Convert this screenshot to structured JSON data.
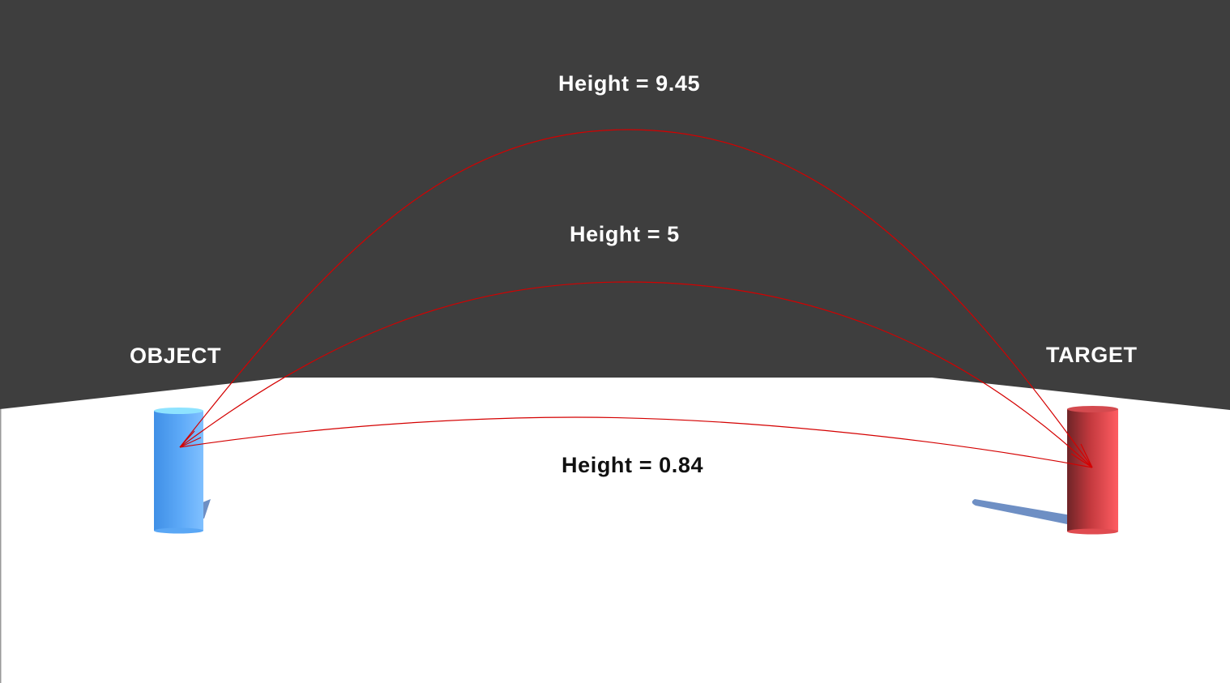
{
  "scene": {
    "sky_color": "#3e3e3e",
    "ground_color": "#ffffff",
    "trajectory_color": "#d40000",
    "shadow_color": "#6e8fc4"
  },
  "object": {
    "label": "OBJECT",
    "color": "#5ba8f7"
  },
  "target": {
    "label": "TARGET",
    "color": "#ee4e52"
  },
  "arcs": [
    {
      "label": "Height = 9.45",
      "height": 9.45
    },
    {
      "label": "Height = 5",
      "height": 5
    },
    {
      "label": "Height = 0.84",
      "height": 0.84
    }
  ]
}
